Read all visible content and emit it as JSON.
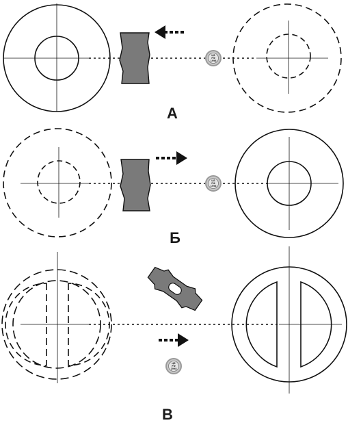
{
  "panels": [
    {
      "id": "A",
      "label": "А",
      "direction": "left",
      "solid_side": "left"
    },
    {
      "id": "B",
      "label": "Б",
      "direction": "right",
      "solid_side": "right"
    },
    {
      "id": "V",
      "label": "В",
      "direction": "right",
      "solid_side": "right"
    }
  ],
  "coin_text": [
    "ЦБ",
    "РФ",
    "1998"
  ],
  "colors": {
    "stroke": "#111111",
    "shaded_block": "#7a7a7a",
    "coin_face": "#c8c8c8",
    "coin_rim": "#9a9a9a"
  }
}
